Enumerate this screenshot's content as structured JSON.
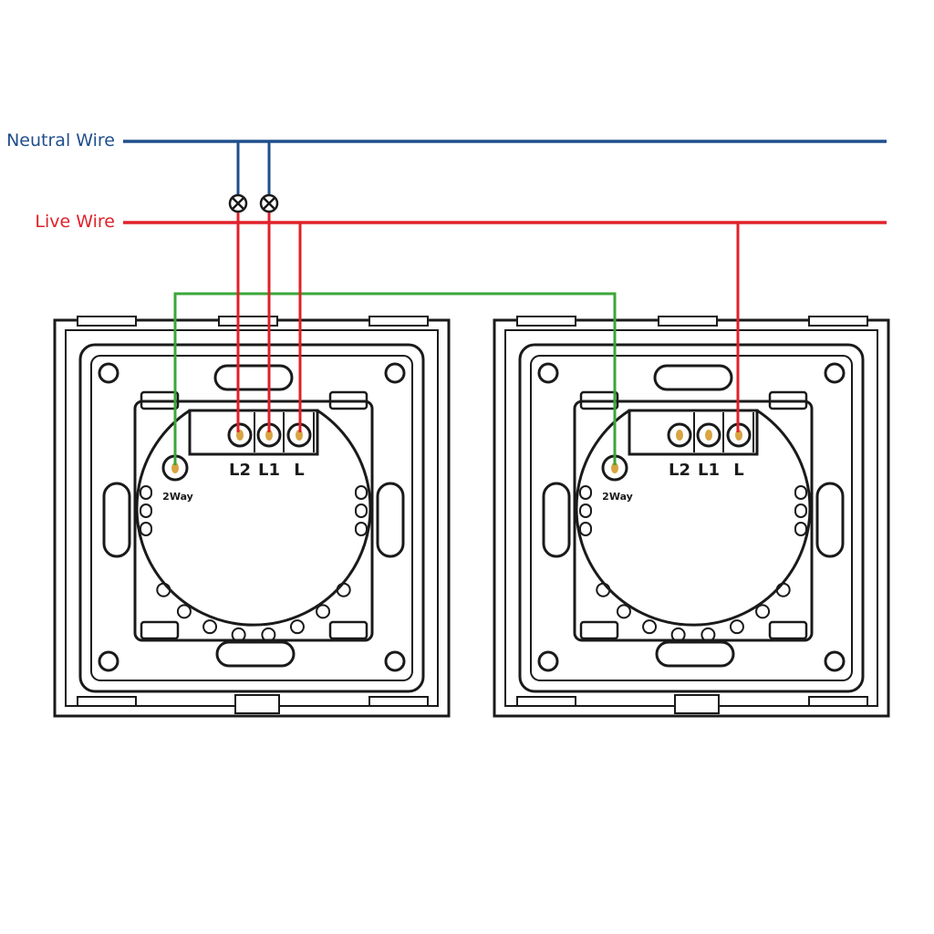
{
  "wires": {
    "neutral": {
      "label": "Neutral Wire",
      "color": "#1f4e8c"
    },
    "live": {
      "label": "Live Wire",
      "color": "#e0202a"
    },
    "two_way": {
      "color": "#3aa63a"
    }
  },
  "lamps": [
    {
      "icon": "lamp-icon"
    },
    {
      "icon": "lamp-icon"
    }
  ],
  "switches": [
    {
      "terminals": [
        "L2",
        "L1",
        "L"
      ],
      "two_way_label": "2Way"
    },
    {
      "terminals": [
        "L2",
        "L1",
        "L"
      ],
      "two_way_label": "2Way"
    }
  ],
  "colors": {
    "outline": "#1a1a1a",
    "terminal": "#d9a441"
  }
}
